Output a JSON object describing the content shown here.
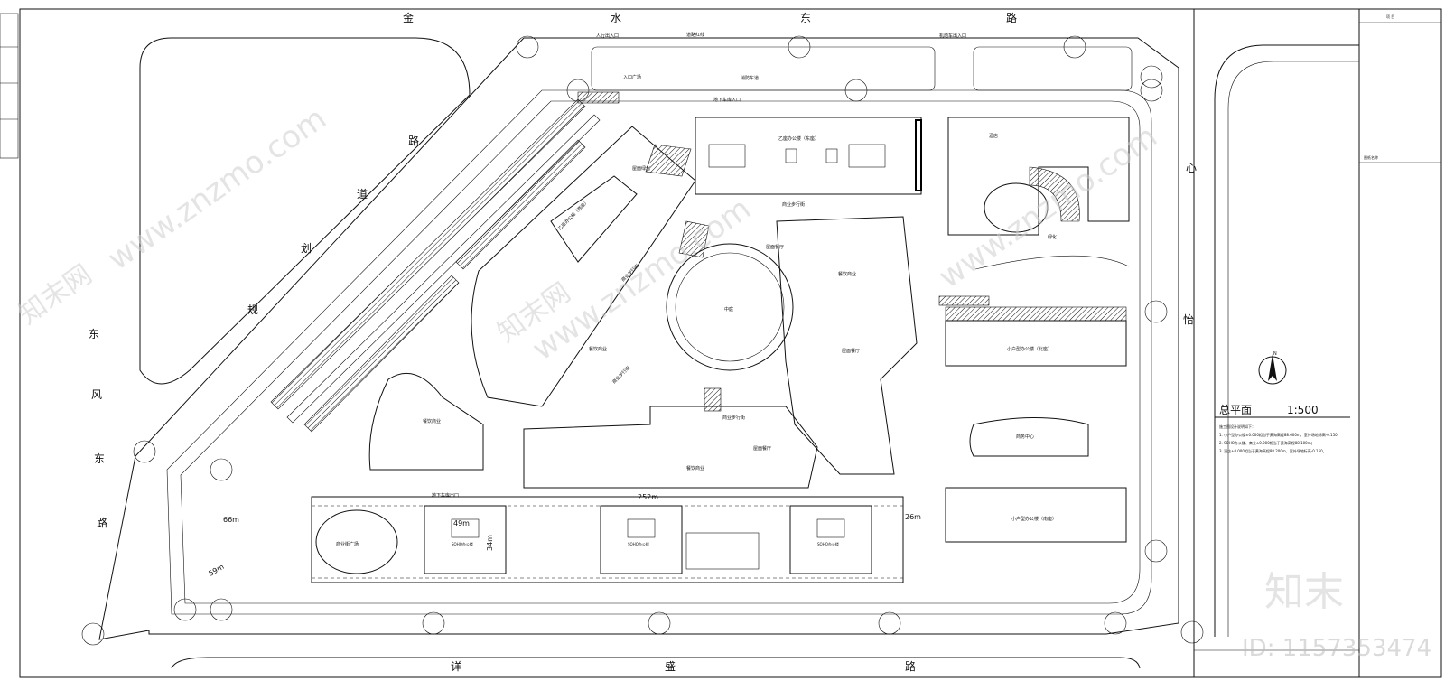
{
  "roads": {
    "north": [
      "金",
      "水",
      "东",
      "路"
    ],
    "south": [
      "详",
      "盛",
      "路"
    ],
    "west": [
      "东",
      "风",
      "东",
      "路"
    ],
    "east": [
      "心",
      "怡"
    ],
    "diagonal": [
      "路",
      "道",
      "划",
      "规"
    ]
  },
  "buildings": {
    "office_east": "乙座办公楼（东座）",
    "office_west": "乙座办公楼（西座）",
    "hotel": "酒店",
    "small_office_north": "小户型办公楼（北座）",
    "small_office_south": "小户型办公楼（南座）",
    "soho_1": "SOHO办公楼",
    "soho_2": "SOHO办公楼",
    "soho_3": "SOHO办公楼",
    "commercial_plaza": "商业街广场",
    "catering_1": "餐饮商业",
    "catering_2": "餐饮商业",
    "catering_3": "餐饮商业",
    "catering_4": "餐饮商业",
    "roof_restaurant_1": "屋面餐厅",
    "roof_restaurant_2": "屋面餐厅",
    "roof_restaurant_3": "屋面餐厅",
    "walkway_1": "商业步行街",
    "walkway_2": "商业步行街",
    "walkway_3": "商业步行街",
    "walkway_4": "商业步行街",
    "roof_green": "屋面绿化",
    "atrium": "中庭",
    "business_center": "商务中心"
  },
  "labels": {
    "entrance_plaza": "入口广场",
    "pedestrian_entrance": "人行出入口",
    "motor_entrance": "机动车出入口",
    "underground_entrance": "地下车库入口",
    "underground_exit": "地下车库出口",
    "fire_road": "消防车道",
    "road_red_line": "道路红线",
    "green": "绿化",
    "dim_252": "252m",
    "dim_66": "66m",
    "dim_49": "49m",
    "dim_26": "26m",
    "dim_34": "34m",
    "dim_59": "59m"
  },
  "sheet": {
    "title": "总平面",
    "scale": "1:500",
    "north": "N",
    "notes": [
      "施工图设计说明如下：",
      "1. 小户型办公楼±0.000相当于黄海高程88.600m，室外场地标高-0.150；",
      "2. SOHO办公楼、商业±0.000相当于黄海高程88.100m；",
      "3. 酒店±0.000相当于黄海高程88.200m，室外场地标高-0.150。"
    ],
    "header_1": "项 目",
    "header_2": "图纸名称"
  },
  "watermarks": {
    "site": "www.znzmo.com",
    "brand": "知末网",
    "logo": "知末",
    "id": "ID: 1157353474"
  }
}
